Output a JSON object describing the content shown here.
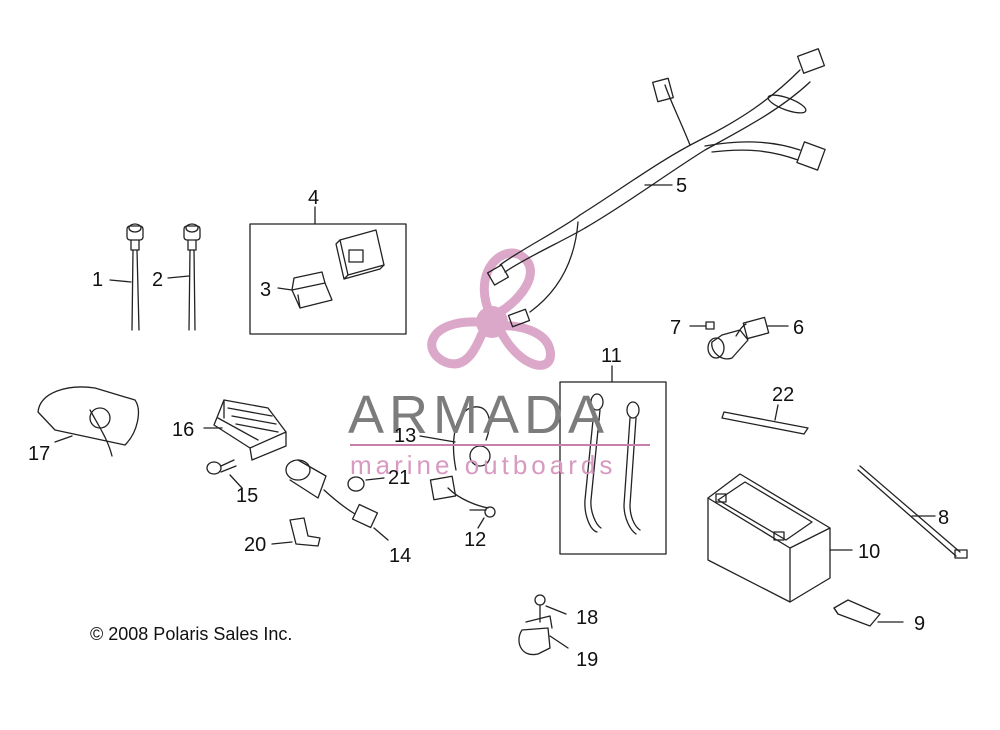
{
  "callouts": {
    "c1": "1",
    "c2": "2",
    "c3": "3",
    "c4": "4",
    "c5": "5",
    "c6": "6",
    "c7": "7",
    "c8": "8",
    "c9": "9",
    "c10": "10",
    "c11": "11",
    "c12": "12",
    "c13": "13",
    "c14": "14",
    "c15": "15",
    "c16": "16",
    "c17": "17",
    "c18": "18",
    "c19": "19",
    "c20": "20",
    "c21": "21",
    "c22": "22"
  },
  "copyright": "© 2008 Polaris Sales Inc.",
  "watermark": {
    "brand": "ARMADA",
    "tagline": "marine outboards",
    "colors": {
      "brand": "#7c7c7c",
      "accent": "#c87fab",
      "propeller": "#d79ac0"
    }
  },
  "line_color": "#222222"
}
